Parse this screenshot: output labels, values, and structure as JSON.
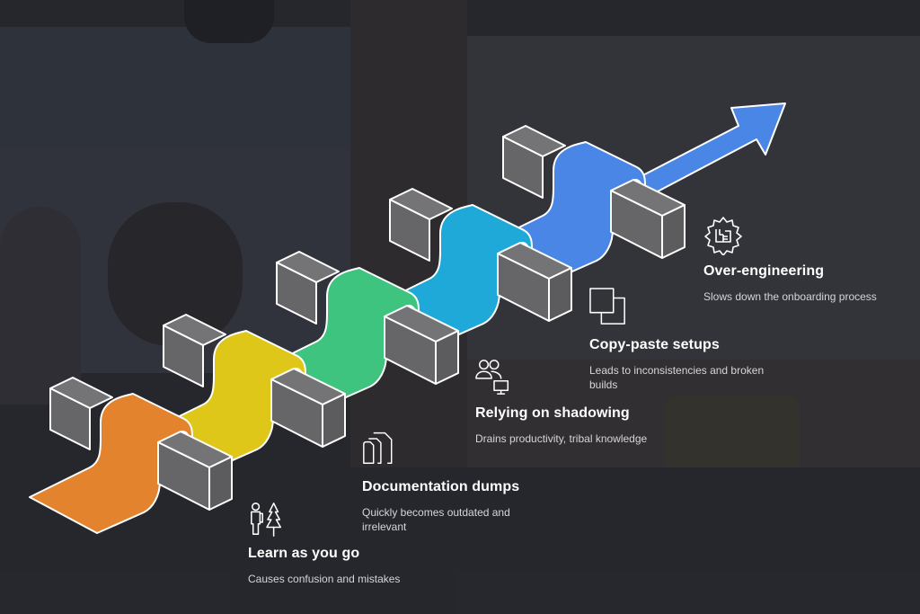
{
  "diagram": {
    "type": "staircase-ribbon-progression",
    "colors": {
      "background": "#2b2d31",
      "bar_fill": "#6a6a6c",
      "bar_stroke": "#ffffff",
      "stage_1": "#e3832d",
      "stage_2": "#dfc71a",
      "stage_3": "#3ec47e",
      "stage_4": "#1ea9d8",
      "stage_5": "#4a86e5"
    },
    "stages": [
      {
        "title": "Learn as you go",
        "description": "Causes confusion and mistakes",
        "icon": "hiker-tree-icon",
        "color": "#e3832d"
      },
      {
        "title": "Documentation dumps",
        "description": "Quickly becomes outdated and irrelevant",
        "icon": "stacked-documents-icon",
        "color": "#dfc71a"
      },
      {
        "title": "Relying on shadowing",
        "description": "Drains productivity, tribal knowledge",
        "icon": "people-monitor-icon",
        "color": "#3ec47e"
      },
      {
        "title": "Copy-paste setups",
        "description": "Leads to inconsistencies and broken builds",
        "icon": "copy-squares-icon",
        "color": "#1ea9d8"
      },
      {
        "title": "Over-engineering",
        "description": "Slows down the onboarding process",
        "icon": "gear-blueprint-icon",
        "color": "#4a86e5"
      }
    ]
  }
}
